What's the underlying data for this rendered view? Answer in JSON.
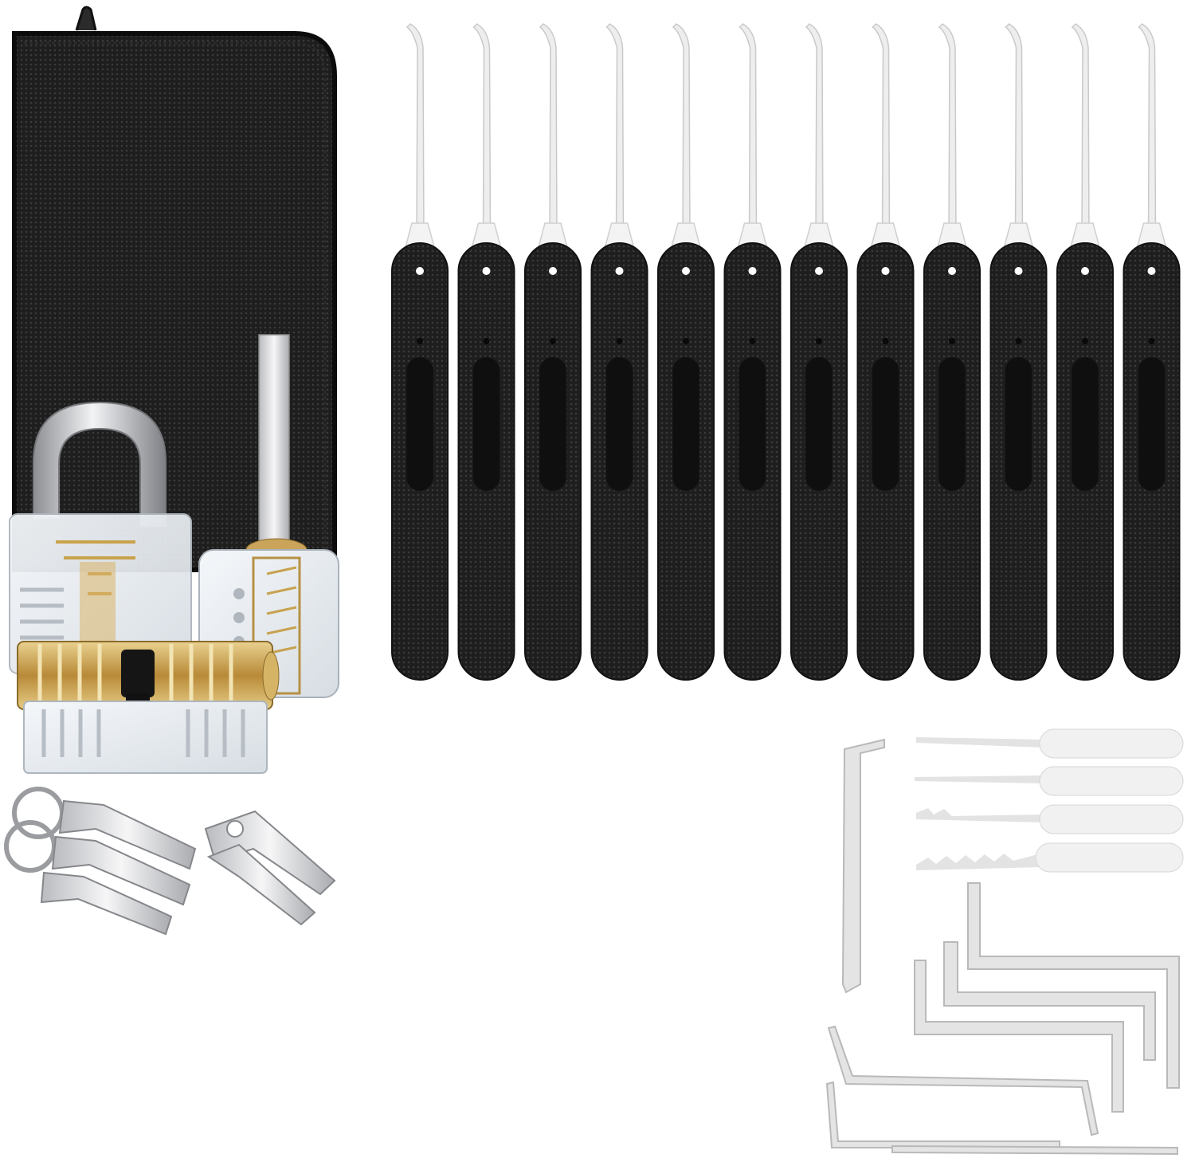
{
  "scene": {
    "background": "#ffffff",
    "items": {
      "pouch": {
        "color": "#1c1c1c"
      },
      "padlock": {
        "shackle_color": "#c8c9cc",
        "body_color": "#e9edf1"
      },
      "cylinder_lock": {
        "brass_color": "#c9a45a"
      },
      "cutaway_lock": {},
      "keys": {
        "color": "#c7c8cb"
      },
      "pick_handles": {
        "count": 12,
        "color": "#222222"
      },
      "loose_picks": {
        "count": 4,
        "color": "#eeeeee"
      },
      "tension_wrenches": {
        "count": 7,
        "color": "#d9d9d9"
      }
    }
  }
}
